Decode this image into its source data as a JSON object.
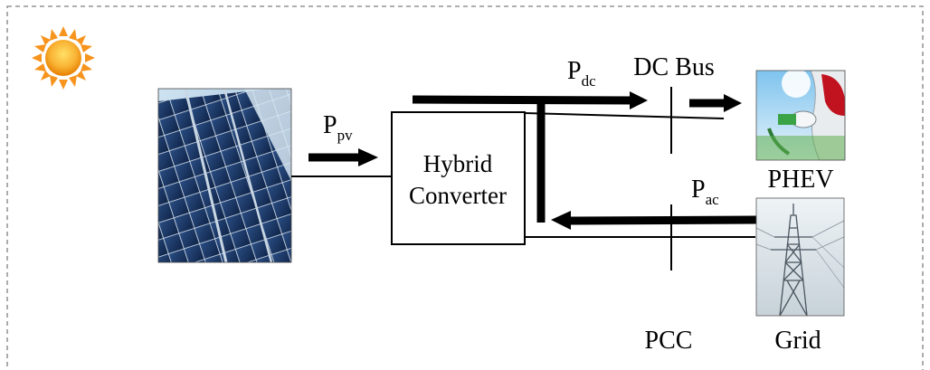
{
  "converter": {
    "line1": "Hybrid",
    "line2": "Converter"
  },
  "power_labels": {
    "pv": {
      "main": "P",
      "sub": "pv"
    },
    "dc": {
      "main": "P",
      "sub": "dc"
    },
    "ac": {
      "main": "P",
      "sub": "ac"
    }
  },
  "nodes": {
    "dc_bus": "DC Bus",
    "pcc": "PCC",
    "phev": "PHEV",
    "grid": "Grid"
  },
  "icons": {
    "sun": "sun-icon",
    "solar_panel": "solar-panel-image",
    "ev": "ev-charging-image",
    "pylon": "transmission-tower-image"
  },
  "colors": {
    "border": "#7f7f7f",
    "line": "#000000",
    "sun_core": "#f4a300",
    "sun_ray": "#f7941d"
  }
}
